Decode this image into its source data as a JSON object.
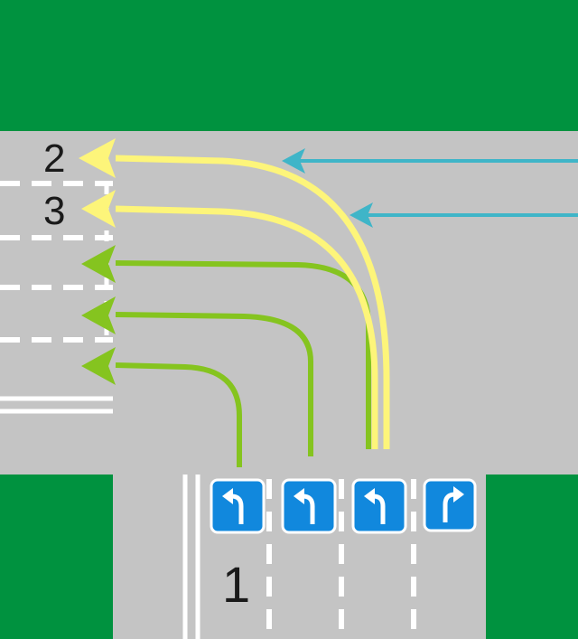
{
  "labels": {
    "marker_top": "2",
    "marker_middle": "3",
    "marker_bottom": "1"
  },
  "colors": {
    "grass": "#00923f",
    "road": "#c4c4c4",
    "marking": "#ffffff",
    "yellow_path": "#fdf57a",
    "green_path": "#85c41f",
    "cyan_path": "#3fb5c8",
    "sign_blue": "#1188dd",
    "text": "#1a1a1a"
  },
  "lane_signs": [
    {
      "icon": "turn-left-arrow-icon"
    },
    {
      "icon": "turn-left-arrow-icon"
    },
    {
      "icon": "turn-left-arrow-icon"
    },
    {
      "icon": "turn-right-arrow-icon"
    }
  ]
}
